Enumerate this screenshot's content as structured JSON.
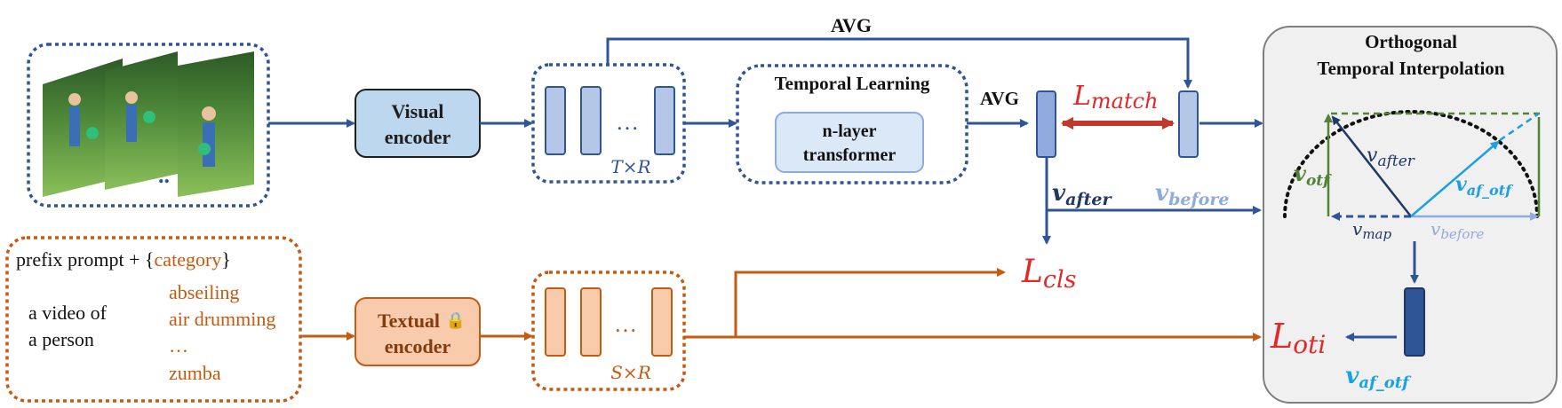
{
  "colors": {
    "blue_dark": "#2f5597",
    "blue_mid": "#4a6fb0",
    "blue_fill": "#b4c7e7",
    "blue_light_fill": "#dae8f7",
    "visual_fill": "#bdd7ee",
    "orange": "#c55a11",
    "orange_fill": "#f8cbad",
    "red_loss": "#e02a2a",
    "match_arrow": "#c0392b",
    "green": "#548235",
    "cyan": "#1ba1e2",
    "light_blue_text": "#8faadc",
    "panel_fill": "#f0f0f0",
    "panel_border": "#7f7f7f"
  },
  "visual": {
    "encoder_line1": "Visual",
    "encoder_line2": "encoder",
    "dots": "..",
    "token_label": "T×R",
    "token_ellipsis": "…"
  },
  "temporal": {
    "title": "Temporal Learning",
    "transformer_line1": "n-layer",
    "transformer_line2": "transformer",
    "avg_top": "AVG",
    "avg_side": "AVG"
  },
  "features": {
    "v_after": "v",
    "v_after_sub": "after",
    "v_before": "v",
    "v_before_sub": "before"
  },
  "losses": {
    "match": "L",
    "match_sub": "match",
    "cls": "L",
    "cls_sub": "cls",
    "oti": "L",
    "oti_sub": "oti"
  },
  "text": {
    "prompt_prefix": "prefix prompt + {",
    "prompt_category": "category",
    "prompt_close": "}",
    "base_line1": "a video of",
    "base_line2": "a person",
    "categories": [
      "abseiling",
      "air drumming",
      "…",
      "zumba"
    ],
    "encoder_line1": "Textual",
    "encoder_line2": "encoder",
    "lock_icon": "🔒",
    "token_label": "S×R",
    "token_ellipsis": "…"
  },
  "oti_panel": {
    "title_line1": "Orthogonal",
    "title_line2": "Temporal Interpolation",
    "v_after": "v",
    "v_after_sub": "after",
    "v_otf": "v",
    "v_otf_sub": "otf",
    "v_af_otf": "v",
    "v_af_otf_sub": "af_otf",
    "v_map": "v",
    "v_map_sub": "map",
    "v_before": "v",
    "v_before_sub": "before",
    "out_label": "v",
    "out_label_sub": "af_otf"
  }
}
